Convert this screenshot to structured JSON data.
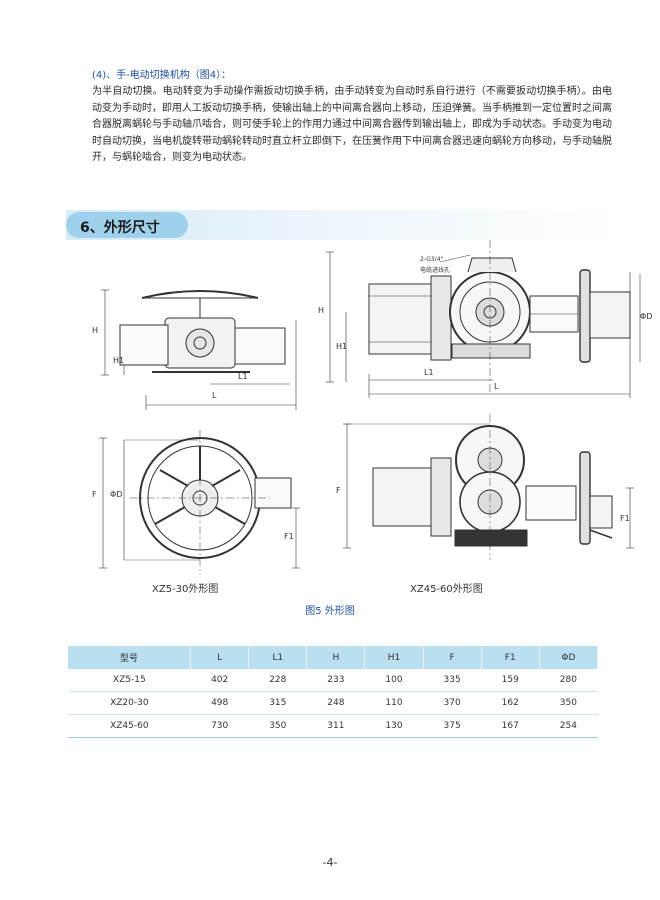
{
  "subheading": "(4)、手-电动切换机构（图4）：",
  "paragraph": "为半自动切换。电动转变为手动操作需扳动切换手柄，由手动转变为自动时系自行进行（不需要扳动切换手柄）。由电动变为手动时，即用人工扳动切换手柄，使输出轴上的中间离合器向上移动，压迫弹簧。当手柄推到一定位置时之间离合器脱离蜗轮与手动轴爪啮合，则可使手轮上的作用力通过中间离合器传到输出轴上，即成为手动状态。手动变为电动时自动切换，当电机旋转带动蜗轮转动时直立杆立即倒下，在压簧作用下中间离合器迅速向蜗轮方向移动，与手动轴脱开，与蜗轮啮合，则变为电动状态。",
  "section": {
    "title": "6、外形尺寸"
  },
  "drawings": {
    "labels": {
      "H": "H",
      "H1": "H1",
      "L": "L",
      "L1": "L1",
      "F": "F",
      "F1": "F1",
      "D": "ΦD",
      "port": "2-G3/4\"",
      "port_note": "电缆进线孔"
    },
    "caption_left": "XZ5-30外形图",
    "caption_right": "XZ45-60外形图",
    "figure_number": "图5 外形图"
  },
  "table": {
    "headers": [
      "型号",
      "L",
      "L1",
      "H",
      "H1",
      "F",
      "F1",
      "ΦD"
    ],
    "rows": [
      [
        "XZ5-15",
        "402",
        "228",
        "233",
        "100",
        "335",
        "159",
        "280"
      ],
      [
        "XZ20-30",
        "498",
        "315",
        "248",
        "110",
        "370",
        "162",
        "350"
      ],
      [
        "XZ45-60",
        "730",
        "350",
        "311",
        "130",
        "375",
        "167",
        "254"
      ]
    ],
    "colors": {
      "header_bg": "#b9dff1",
      "accent": "#1d4f9e"
    }
  },
  "page_number": "-4-"
}
